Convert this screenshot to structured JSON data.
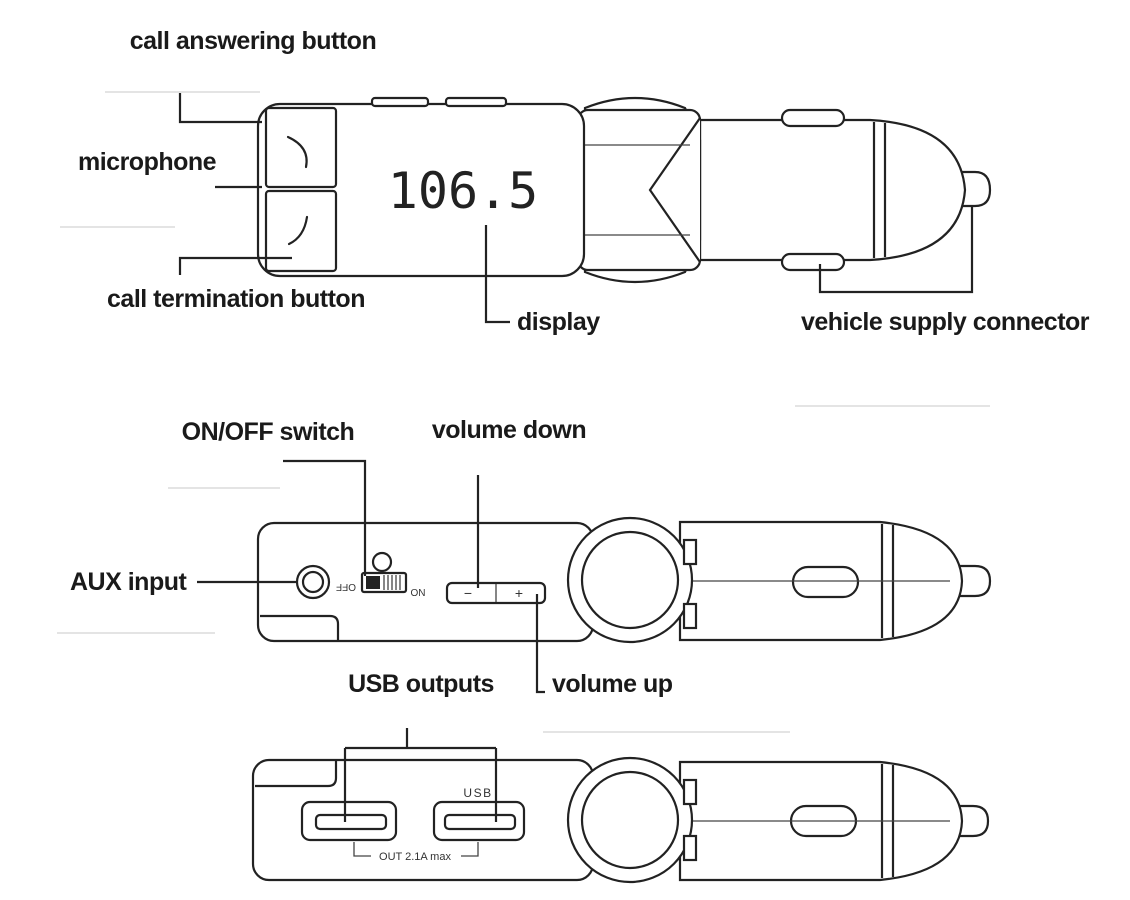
{
  "labels": {
    "call_answering_button": "call answering button",
    "microphone": "microphone",
    "call_termination_button": "call termination button",
    "display": "display",
    "vehicle_supply_connector": "vehicle supply connector",
    "on_off_switch": "ON/OFF switch",
    "volume_down": "volume down",
    "aux_input": "AUX input",
    "usb_outputs": "USB outputs",
    "volume_up": "volume up"
  },
  "device_markings": {
    "display_reading": "106.5",
    "switch_off": "OFF",
    "switch_on": "ON",
    "volume_minus": "−",
    "volume_plus": "+",
    "usb": "USB",
    "usb_output_rating": "OUT 2.1A max"
  },
  "icons": {
    "answer_button": "phone-handset-icon",
    "terminate_button": "phone-handset-icon"
  },
  "colors": {
    "line": "#222222",
    "background": "#ffffff"
  }
}
